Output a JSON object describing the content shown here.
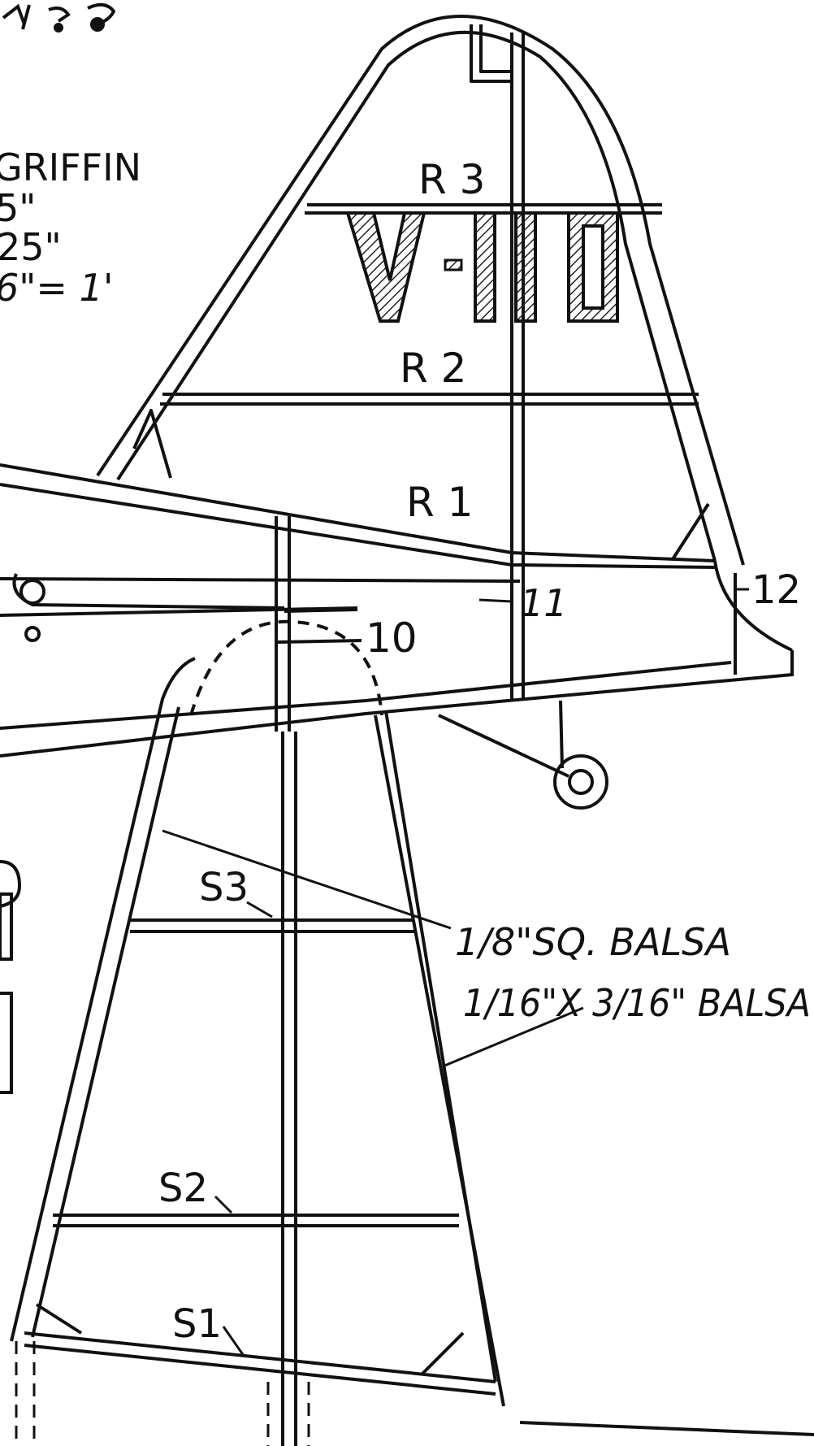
{
  "title_block": {
    "line1": "GRIFFIN",
    "line2": "5\"",
    "line3": "25\"",
    "line4": "6\"= 1'"
  },
  "stabilizer_ribs": {
    "r3": "R 3",
    "r2": "R 2",
    "r1": "R 1"
  },
  "tail_marking": {
    "v": "V",
    "dash": "-",
    "numerals": "110"
  },
  "formers": {
    "f10": "10",
    "f11": "11",
    "f12": "12"
  },
  "fin_spars": {
    "s3": "S3",
    "s2": "S2",
    "s1": "S1"
  },
  "callouts": {
    "square_balsa": "1/8\"SQ. BALSA",
    "strip_balsa": "1/16\"X 3/16\" BALSA"
  },
  "colors": {
    "ink": "#111111",
    "paper": "#ffffff",
    "hatch": "#222222"
  }
}
